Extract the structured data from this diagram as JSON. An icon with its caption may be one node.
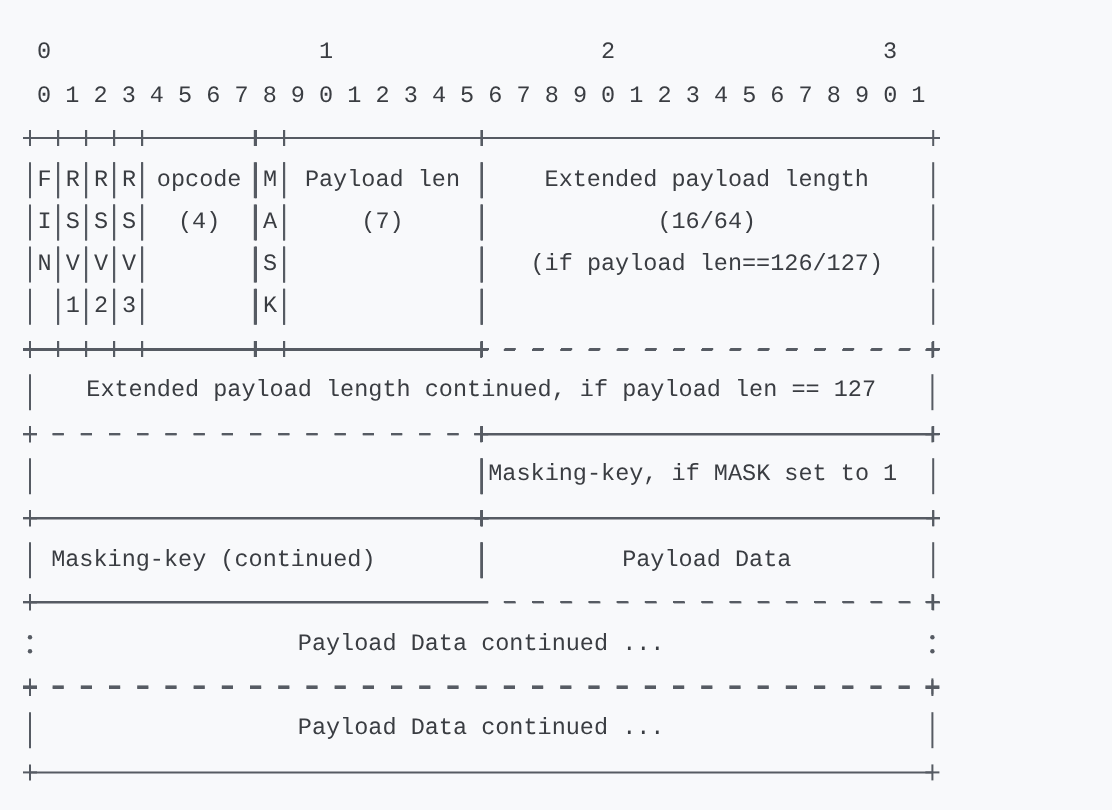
{
  "diagram": {
    "nodes": [
      {
        "text": [
          "F I N"
        ]
      },
      {
        "text": [
          "R S V 1"
        ]
      },
      {
        "text": [
          "R S V 2"
        ]
      },
      {
        "text": [
          "R S V 3"
        ]
      },
      {
        "text": [
          "opcode",
          "(4)"
        ]
      },
      {
        "text": [
          "M A S K"
        ]
      },
      {
        "text": [
          "Payload len",
          "(7)"
        ]
      },
      {
        "text": [
          "Extended payload length",
          "(16/64)",
          "(if payload len==126/127)"
        ]
      },
      {
        "text": [
          "Extended payload length continued, if payload len == 127"
        ]
      },
      {
        "text": [],
        "shape": "box"
      },
      {
        "text": [
          "Masking-key, if MASK set to 1"
        ]
      },
      {
        "text": [
          "Masking-key (continued)"
        ]
      },
      {
        "text": [
          "Payload Data"
        ]
      },
      {
        "text": [
          "Payload Data continued ..."
        ]
      },
      {
        "text": [
          "Payload Data continued ..."
        ]
      }
    ],
    "labels": [
      "0",
      "1",
      "2",
      "3",
      "0 1 2 3 4 5 6 7 8 9 0 1 2 3 4 5 6 7 8 9 0 1 2 3 4 5 6 7 8 9 0 1"
    ]
  }
}
